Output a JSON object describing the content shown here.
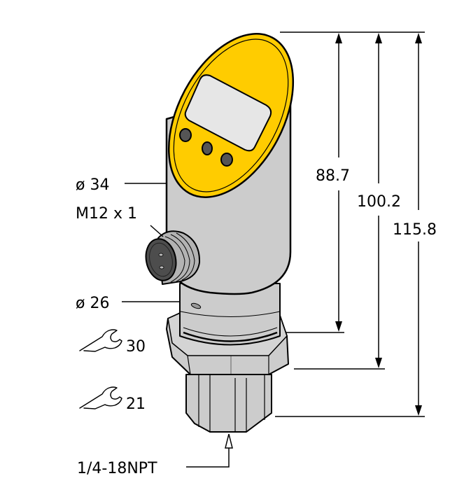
{
  "colors": {
    "housing_yellow": "#FFCC00",
    "body_gray": "#CCCCCC",
    "display_gray": "#E6E6E6",
    "button_dark": "#555555",
    "connector_dark": "#4D4D4D",
    "line": "#000000",
    "background": "#FFFFFF"
  },
  "labels": {
    "housing_diameter": "ø 34",
    "connector_thread": "M12 x 1",
    "neck_diameter": "ø 26",
    "wrench_large_size": "30",
    "wrench_small_size": "21",
    "process_connection": "1/4-18NPT"
  },
  "dimensions": {
    "height_to_hex_top": "88.7",
    "height_to_hex_bottom": "100.2",
    "overall_height": "115.8"
  },
  "icons": {
    "wrench": "wrench-icon",
    "arrow": "dimension-arrow-icon"
  }
}
